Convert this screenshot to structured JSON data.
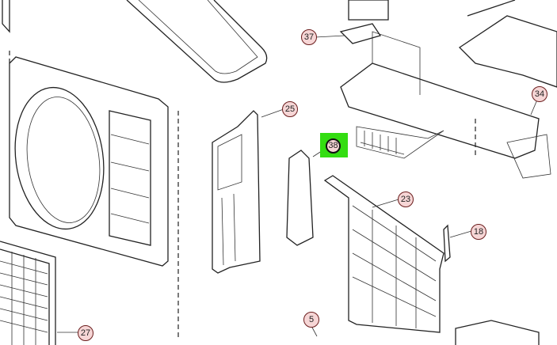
{
  "diagram": {
    "callouts": [
      {
        "id": "37",
        "label": "37"
      },
      {
        "id": "25",
        "label": "25"
      },
      {
        "id": "38",
        "label": "38",
        "highlighted": true
      },
      {
        "id": "34",
        "label": "34"
      },
      {
        "id": "23",
        "label": "23"
      },
      {
        "id": "18",
        "label": "18"
      },
      {
        "id": "27",
        "label": "27"
      },
      {
        "id": "5",
        "label": "5"
      }
    ],
    "highlight_color": "#33dd11"
  }
}
